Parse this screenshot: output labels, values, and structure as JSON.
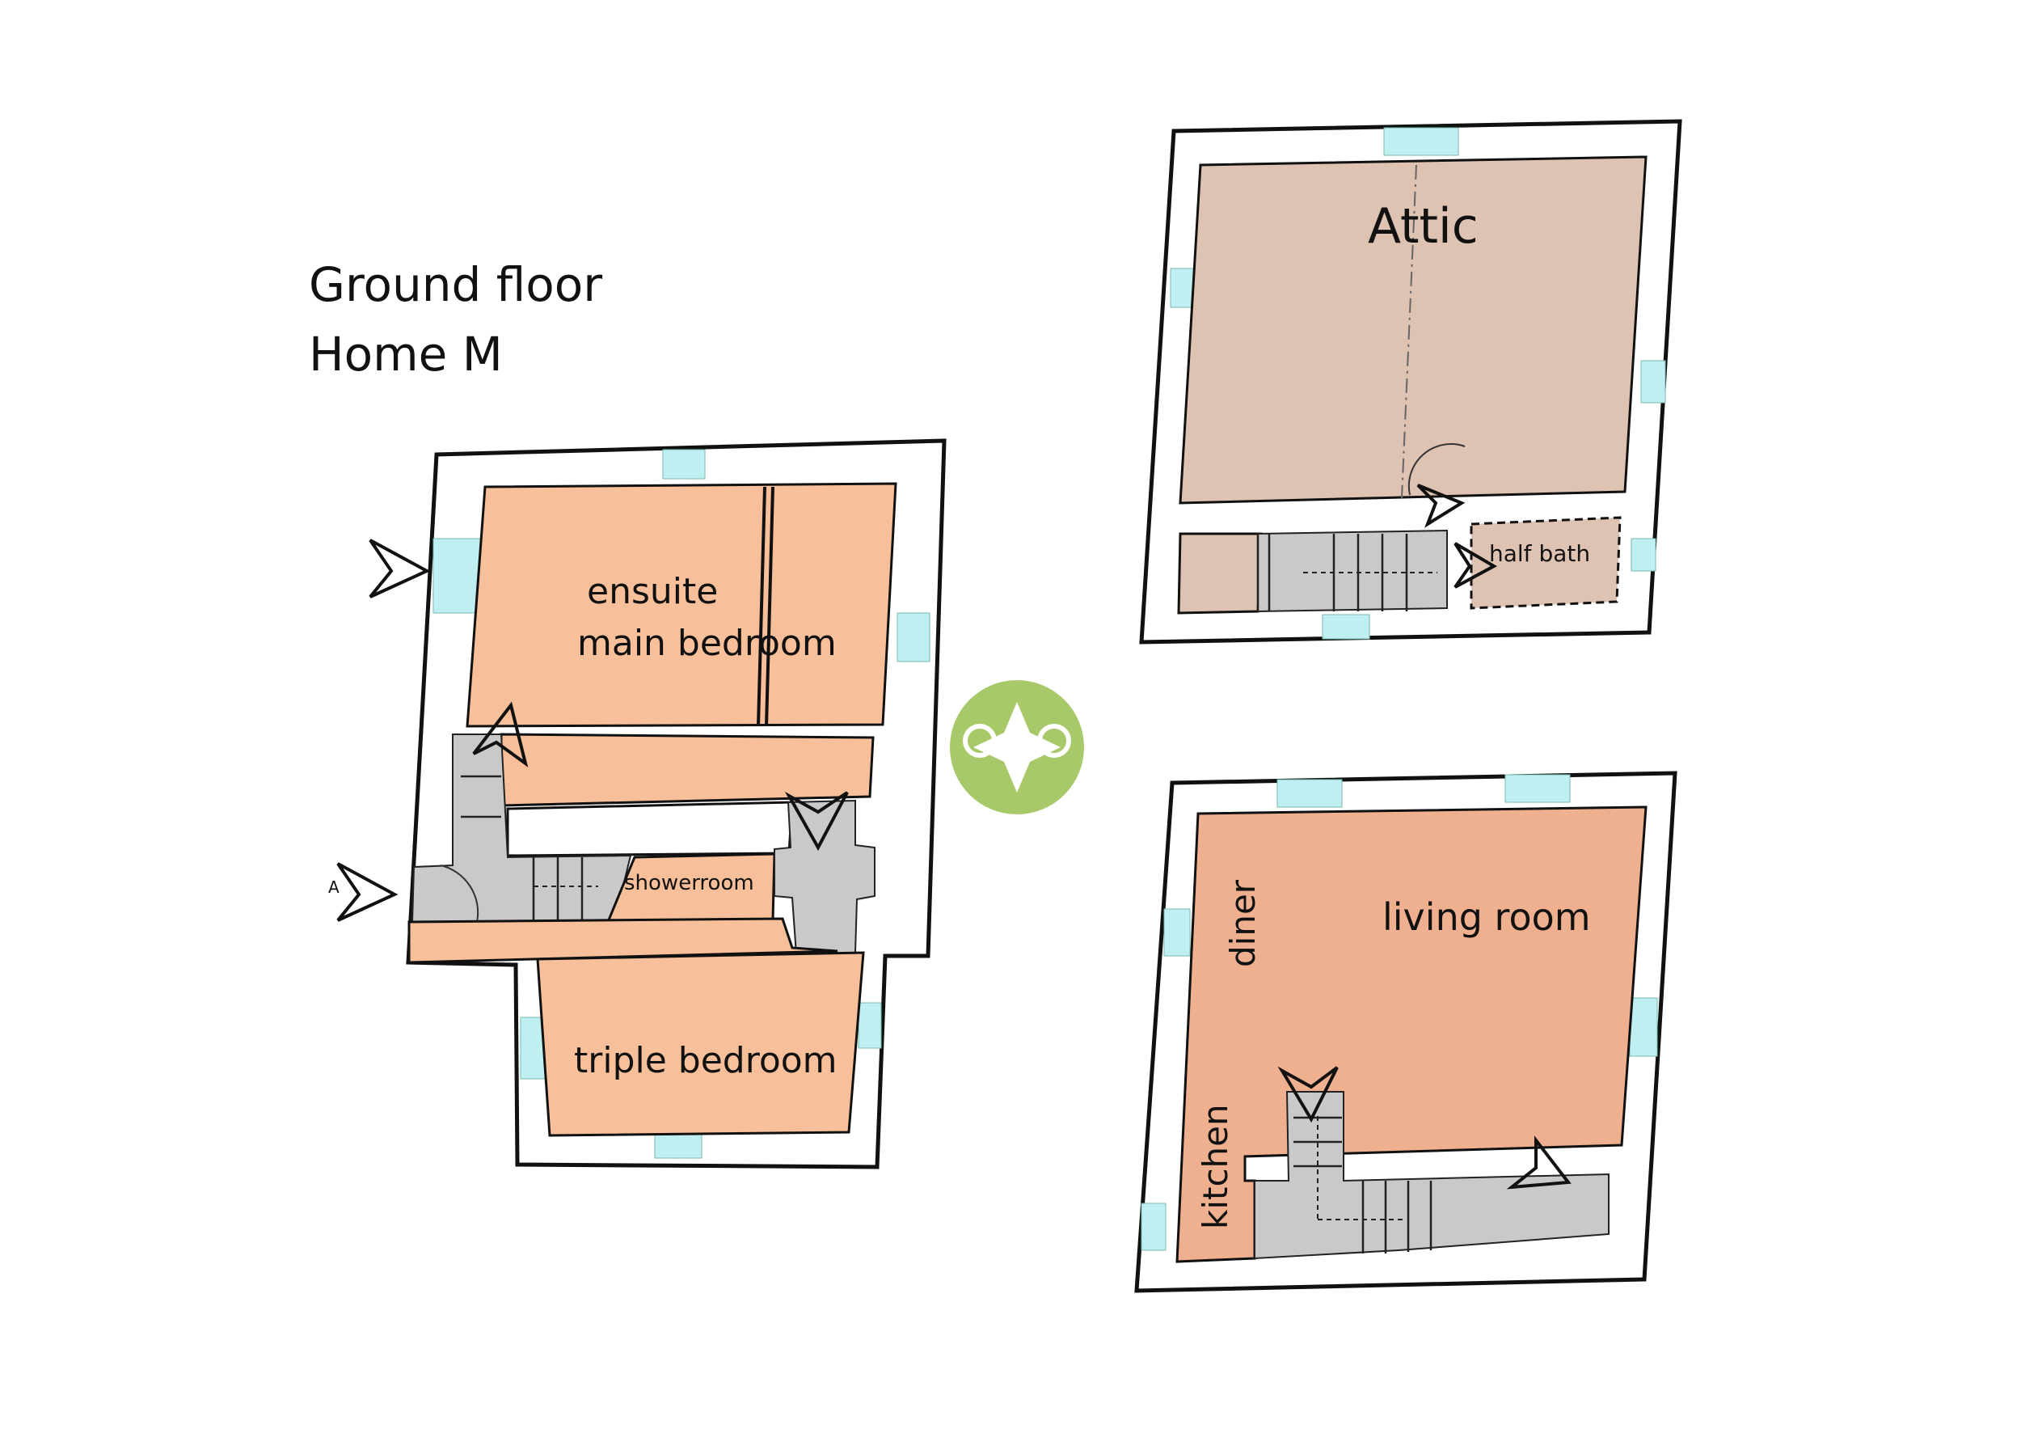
{
  "title": {
    "line1": "Ground floor",
    "line2": "Home M"
  },
  "rooms": {
    "ensuite_line1": "ensuite",
    "ensuite_line2": "main bedroom",
    "showerroom": "showerroom",
    "triple_bedroom": "triple bedroom",
    "attic": "Attic",
    "half_bath": "half bath",
    "diner": "diner",
    "living_room": "living room",
    "kitchen": "kitchen"
  },
  "entrance_marker": "A",
  "colors": {
    "room_orange": "#f8c09a",
    "living": "#eeb08f",
    "attic": "#dec3b3",
    "window": "#bfeff0",
    "logo": "#a8c96a"
  },
  "icons": [
    "entrance-arrow-icon",
    "logo-icon"
  ]
}
